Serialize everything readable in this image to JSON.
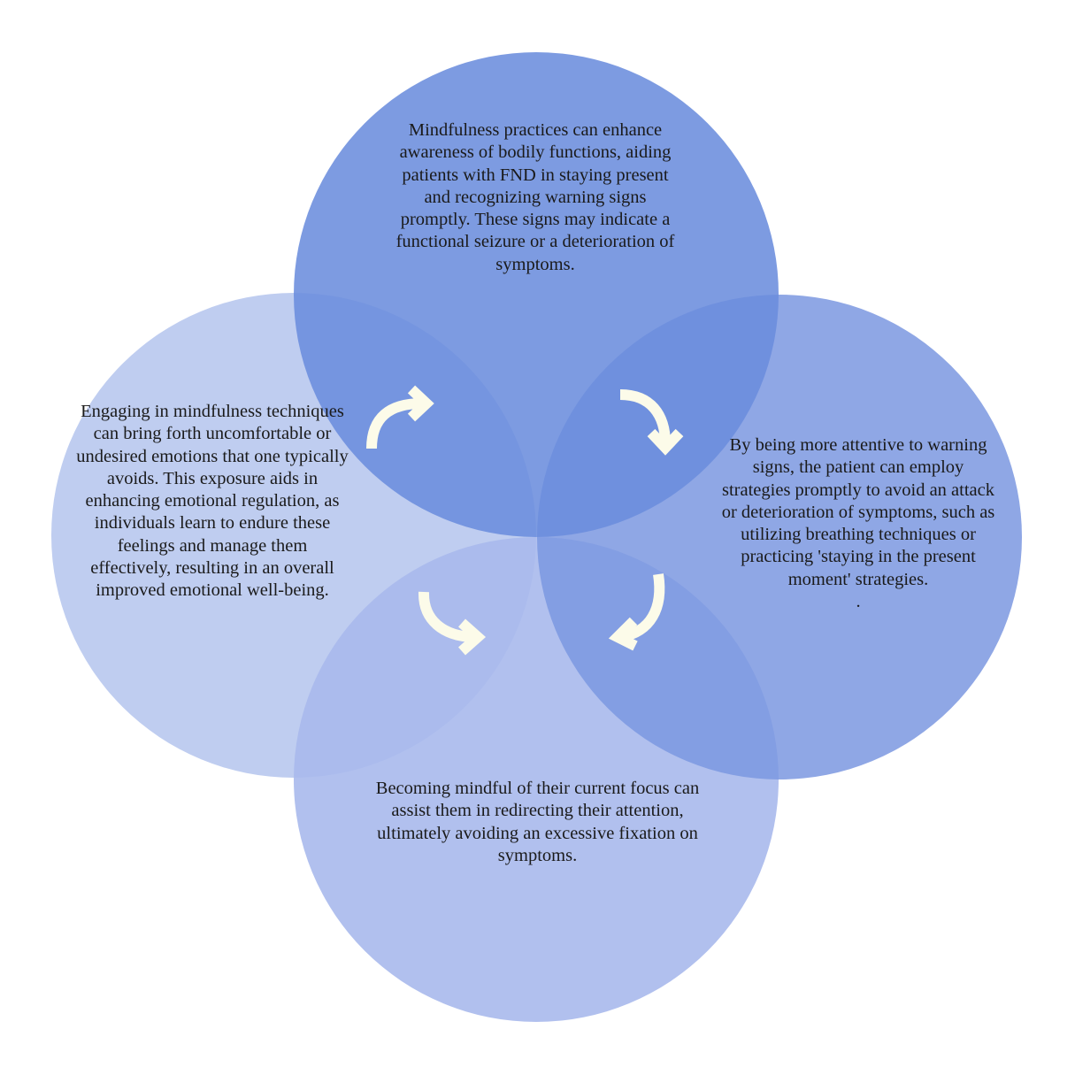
{
  "colors": {
    "background": "#ffffff",
    "circle_top": "#6b8ddd",
    "circle_right": "#7b98e0",
    "circle_bottom": "#a8b9ec",
    "circle_left": "#bfcdf0",
    "arrow": "#fcfbe9",
    "text": "#1a1a1a"
  },
  "cycle": {
    "top_text": "Mindfulness practices can enhance awareness of bodily functions, aiding patients with FND in staying present and recognizing warning signs promptly. These signs may indicate a functional seizure or a deterioration of symptoms.",
    "right_text": "By being more attentive to warning signs, the patient can employ strategies promptly to avoid an attack or deterioration of symptoms, such as utilizing breathing techniques or practicing 'staying in the present moment' strategies.",
    "right_trailing_mark": ".",
    "bottom_text": "Becoming mindful of their current focus can assist them in redirecting their attention, ultimately avoiding an excessive fixation on symptoms.",
    "left_text": "Engaging in mindfulness techniques can bring forth uncomfortable or undesired emotions that one typically avoids. This exposure aids in enhancing emotional regulation, as individuals learn to endure these feelings and manage them effectively, resulting in an overall improved emotional well-being."
  },
  "arrows": {
    "icon": "curved-arrow-icon",
    "direction": "clockwise"
  }
}
